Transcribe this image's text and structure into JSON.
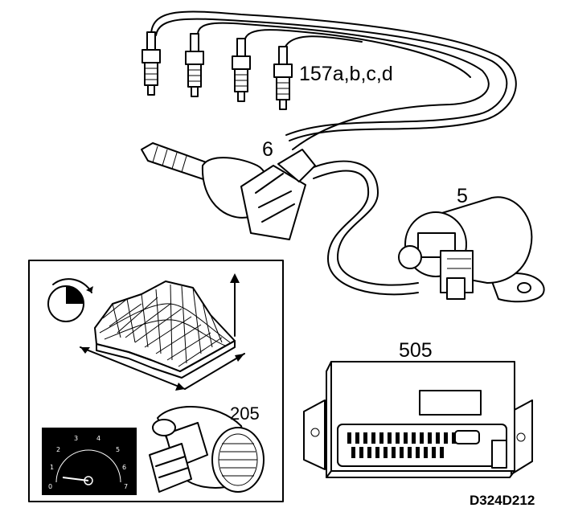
{
  "labels": {
    "spark_plugs": "157a,b,c,d",
    "spark_plug_with_connector": "6",
    "ignition_coil": "5",
    "control_unit": "505",
    "air_mass_meter": "205",
    "figure_ref": "D324D212"
  },
  "gauge": {
    "tick_labels": [
      "0",
      "1",
      "2",
      "3",
      "4",
      "5",
      "6",
      "7"
    ]
  },
  "colors": {
    "ink": "#000000",
    "background": "#ffffff"
  }
}
